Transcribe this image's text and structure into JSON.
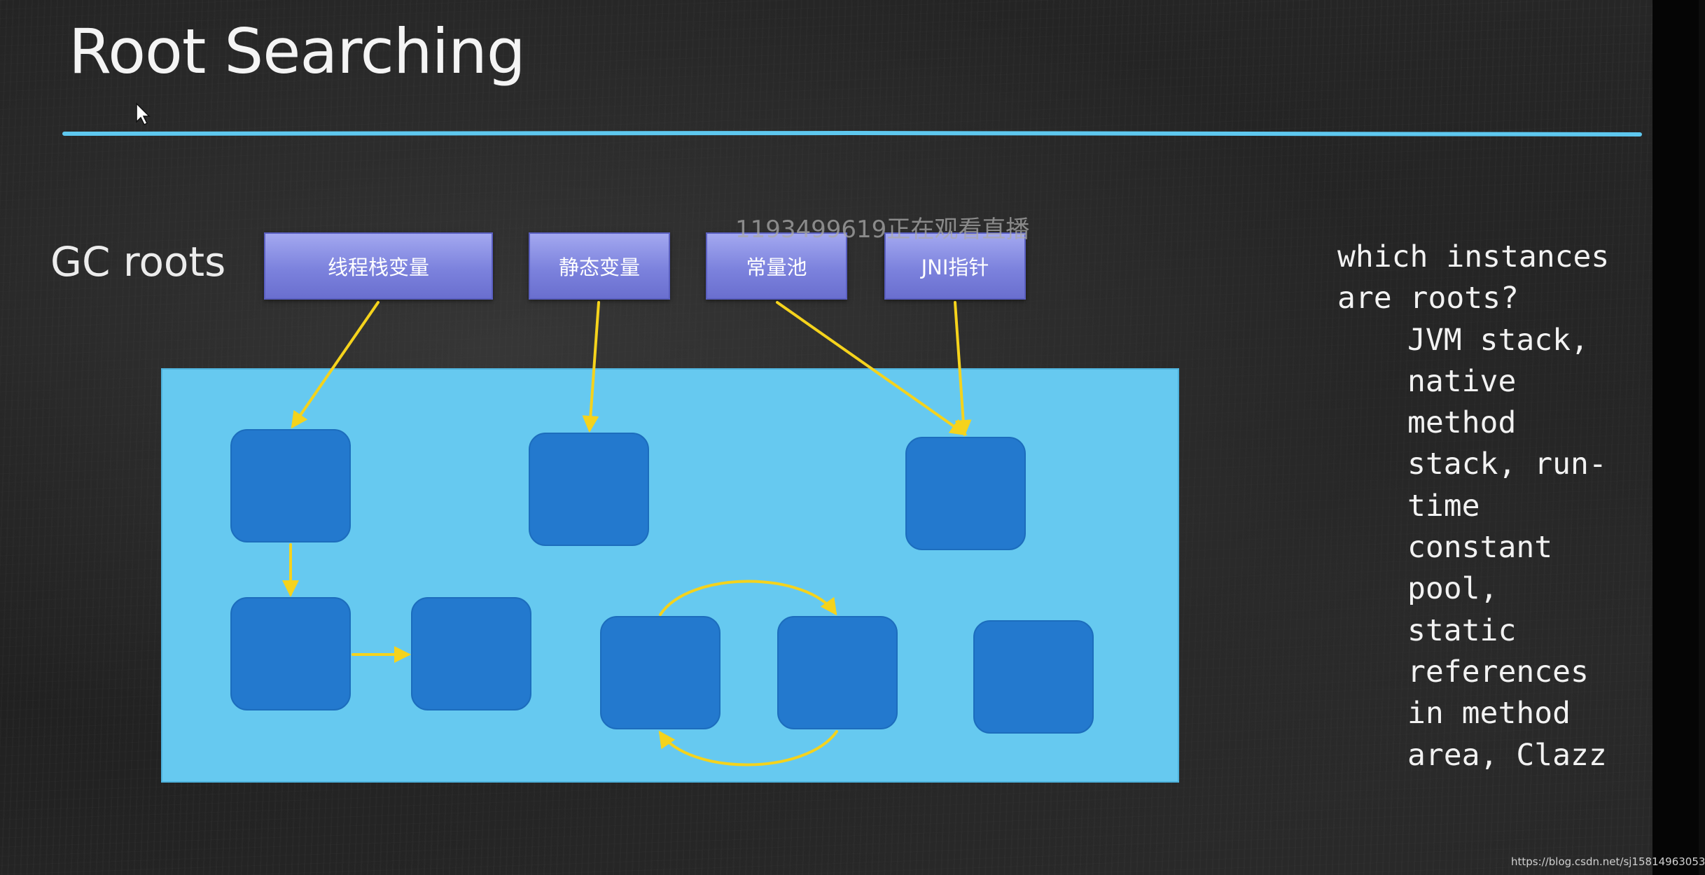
{
  "slide": {
    "title": "Root Searching",
    "gc_roots_label": "GC roots",
    "watermark": "1193499619正在观看直播",
    "footer_url": "https://blog.csdn.net/sj15814963053"
  },
  "roots": [
    {
      "label": "线程栈变量"
    },
    {
      "label": "静态变量"
    },
    {
      "label": "常量池"
    },
    {
      "label": "JNI指针"
    }
  ],
  "notes": {
    "question_lines": [
      "which instances",
      "are roots?"
    ],
    "answer_lines": [
      "JVM stack,",
      "native",
      "method",
      "stack, run-",
      "time",
      "constant",
      "pool,",
      "static",
      "references",
      "in method",
      "area, Clazz"
    ]
  },
  "colors": {
    "background": "#222222",
    "rule": "#5ec8ef",
    "heap": "#66c9f0",
    "object": "#2379ce",
    "root_box": "#7c82dd",
    "arrow": "#f5d31c"
  }
}
